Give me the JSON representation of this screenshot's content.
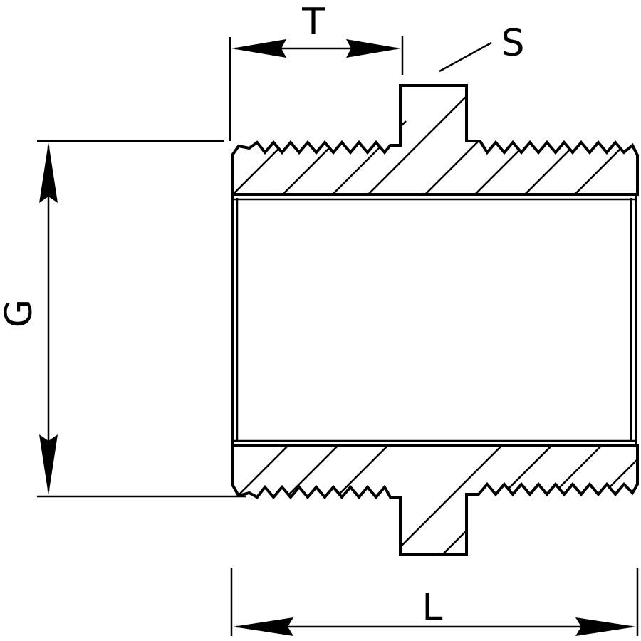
{
  "labels": {
    "thread_length": "T",
    "hexagon": "S",
    "thread_size": "G",
    "overall_length": "L"
  }
}
